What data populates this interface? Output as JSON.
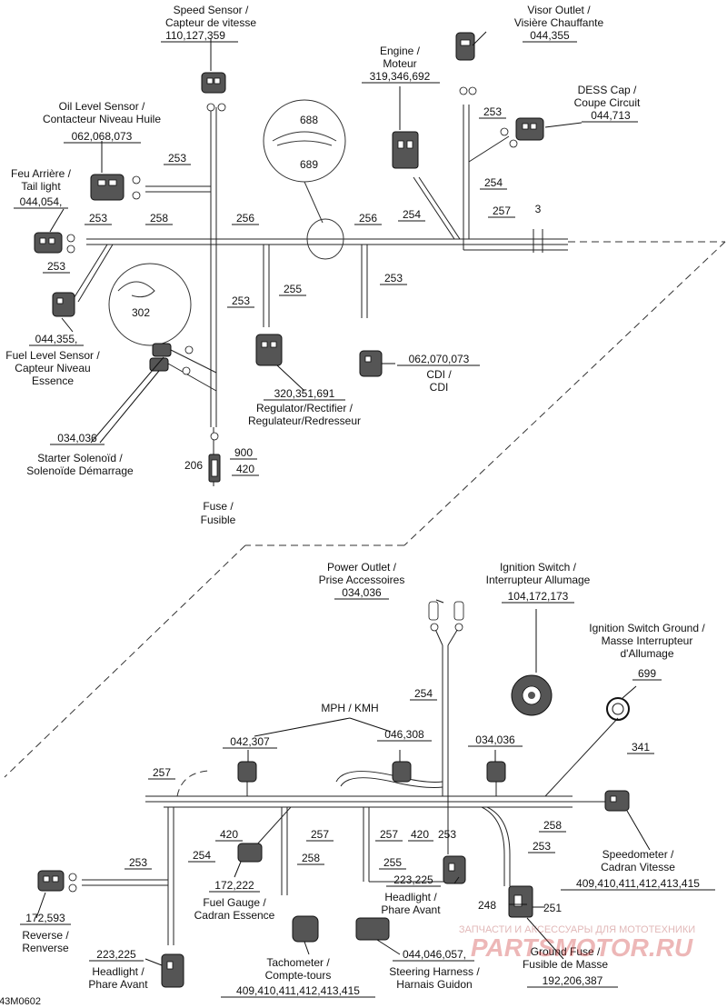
{
  "labels": {
    "speed_sensor": [
      "Speed Sensor /",
      "Capteur de vitesse",
      "110,127,359"
    ],
    "visor_outlet": [
      "Visor Outlet /",
      "Visière Chauffante",
      "044,355"
    ],
    "engine": [
      "Engine /",
      "Moteur",
      "319,346,692"
    ],
    "dess_cap": [
      "DESS Cap /",
      "Coupe Circuit",
      "044,713"
    ],
    "oil_level": [
      "Oil Level Sensor /",
      "Contacteur Niveau Huile",
      "062,068,073"
    ],
    "tail_light": [
      "Feu Arrière /",
      "Tail light",
      "044,054,"
    ],
    "fuel_level": [
      "044,355,",
      "Fuel Level Sensor /",
      "Capteur Niveau",
      "Essence"
    ],
    "regulator": [
      "320,351,691",
      "Regulator/Rectifier /",
      "Regulateur/Redresseur"
    ],
    "cdi": [
      "062,070,073",
      "CDI /",
      "CDI"
    ],
    "starter": [
      "034,036",
      "Starter Solenoïd /",
      "Solenoïde Démarrage"
    ],
    "fuse": [
      "Fuse /",
      "Fusible"
    ],
    "power_outlet": [
      "Power Outlet /",
      "Prise Accessoires",
      "034,036"
    ],
    "ign_switch": [
      "Ignition Switch /",
      "Interrupteur Allumage",
      "104,172,173"
    ],
    "ign_ground": [
      "Ignition Switch Ground /",
      "Masse Interrupteur",
      "d'Allumage",
      "699"
    ],
    "mph": "MPH / KMH",
    "mph_left": "042,307",
    "mph_right": "046,308",
    "c034": "034,036",
    "speedometer": [
      "Speedometer /",
      "Cadran Vitesse",
      "409,410,411,412,413,415"
    ],
    "fuel_gauge": [
      "172,222",
      "Fuel Gauge /",
      "Cadran Essence"
    ],
    "reverse": [
      "172,593",
      "Reverse /",
      "Renverse"
    ],
    "headlight_left": [
      "223,225",
      "Headlight /",
      "Phare Avant"
    ],
    "headlight_mid": [
      "223,225",
      "Headlight /",
      "Phare Avant"
    ],
    "tachometer": [
      "Tachometer /",
      "Compte-tours",
      "409,410,411,412,413,415"
    ],
    "steering": [
      "044,046,057,",
      "Steering Harness /",
      "Harnais Guidon"
    ],
    "ground_fuse": [
      "Ground Fuse /",
      "Fusible de Masse",
      "192,206,387"
    ],
    "figure_code": "43M0602",
    "watermark_text": "ЗАПЧАСТИ И АКСЕССУАРЫ ДЛЯ МОТОТЕХНИКИ",
    "watermark_logo": "PARTSMOTOR.RU"
  },
  "refs": {
    "r253a": "253",
    "r253b": "253",
    "r253c": "253",
    "r253d": "253",
    "r253e": "253",
    "r258": "258",
    "r256a": "256",
    "r256b": "256",
    "r254": "254",
    "r257": "257",
    "r3": "3",
    "r254b": "254",
    "r255": "255",
    "r253f": "253",
    "r302": "302",
    "r688": "688",
    "r689": "689",
    "r900": "900",
    "r206": "206",
    "r420": "420",
    "r254c": "254",
    "r341": "341",
    "r257b": "257",
    "r420b": "420",
    "r257c": "257",
    "r257d": "257",
    "r420c": "420",
    "r253g": "253",
    "r258b": "258",
    "r253h": "253",
    "r254d": "254",
    "r258c": "258",
    "r253i": "253",
    "r255b": "255",
    "r248": "248",
    "r251": "251"
  }
}
